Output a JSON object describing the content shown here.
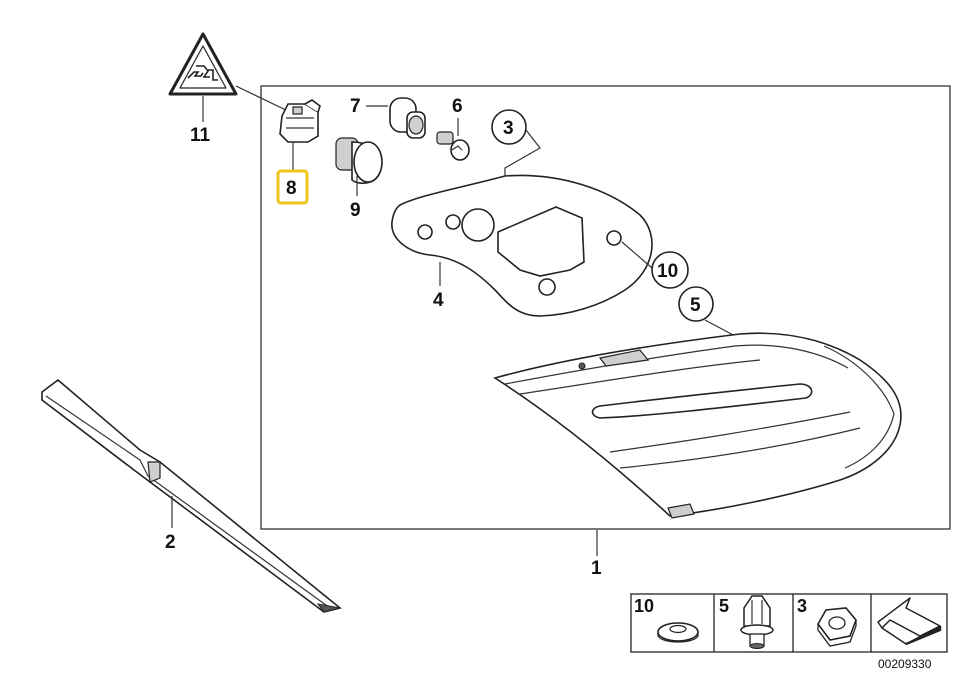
{
  "diagram": {
    "callouts": {
      "p1": "1",
      "p2": "2",
      "p3": "3",
      "p4": "4",
      "p5": "5",
      "p6": "6",
      "p7": "7",
      "p8": "8",
      "p9": "9",
      "p10": "10",
      "p11": "11"
    },
    "legend": {
      "p10": "10",
      "p5": "5",
      "p3": "3"
    },
    "drawing_number": "00209330",
    "highlight_color": "#f0c419"
  }
}
